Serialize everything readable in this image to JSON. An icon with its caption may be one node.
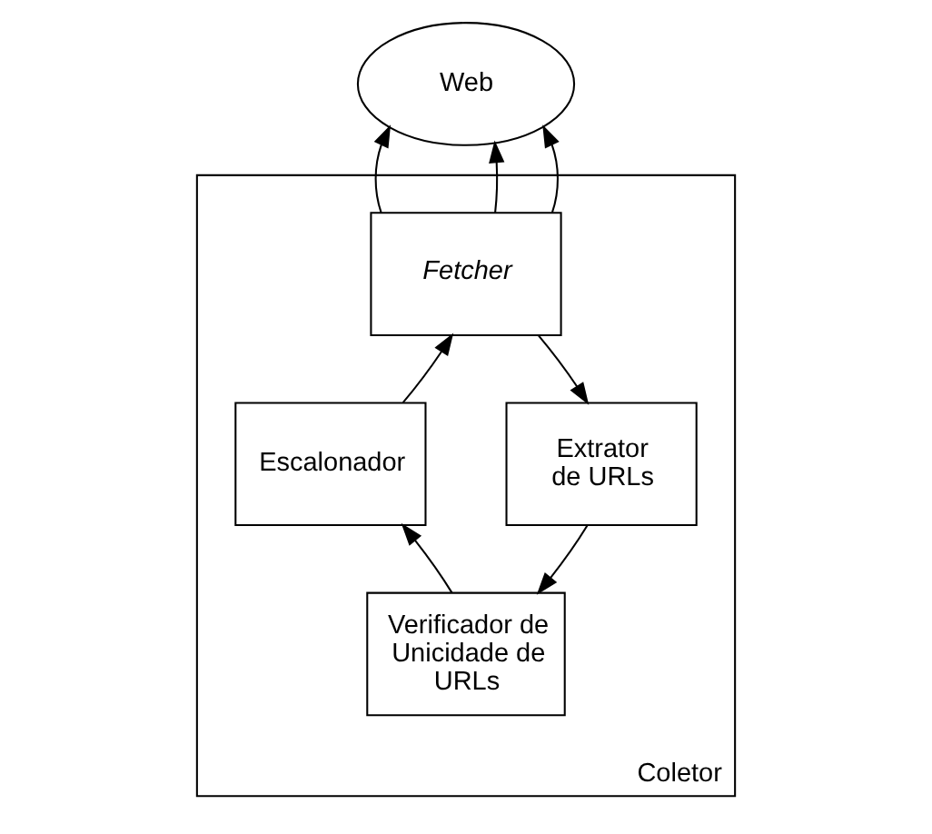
{
  "diagram": {
    "nodes": [
      {
        "text": [
          "Web"
        ]
      },
      {
        "text": [
          "Coletor"
        ]
      },
      {
        "text": [
          "Fetcher"
        ],
        "in": 1
      },
      {
        "text": [
          "Escalonador"
        ],
        "in": 1
      },
      {
        "text": [
          "Extrator de URLs"
        ],
        "in": 1
      },
      {
        "text": [
          "Verificador de Unicidade de URLs"
        ],
        "in": 1
      }
    ],
    "edges": [
      {
        "from": 2,
        "to": 0,
        "arrow": "to"
      },
      {
        "from": 2,
        "to": 0,
        "arrow": "to"
      },
      {
        "from": 2,
        "to": 0,
        "arrow": "to"
      },
      {
        "from": 3,
        "to": 2,
        "arrow": "to"
      },
      {
        "from": 2,
        "to": 4,
        "arrow": "to"
      },
      {
        "from": 4,
        "to": 5,
        "arrow": "to"
      },
      {
        "from": 5,
        "to": 3,
        "arrow": "to"
      }
    ]
  }
}
